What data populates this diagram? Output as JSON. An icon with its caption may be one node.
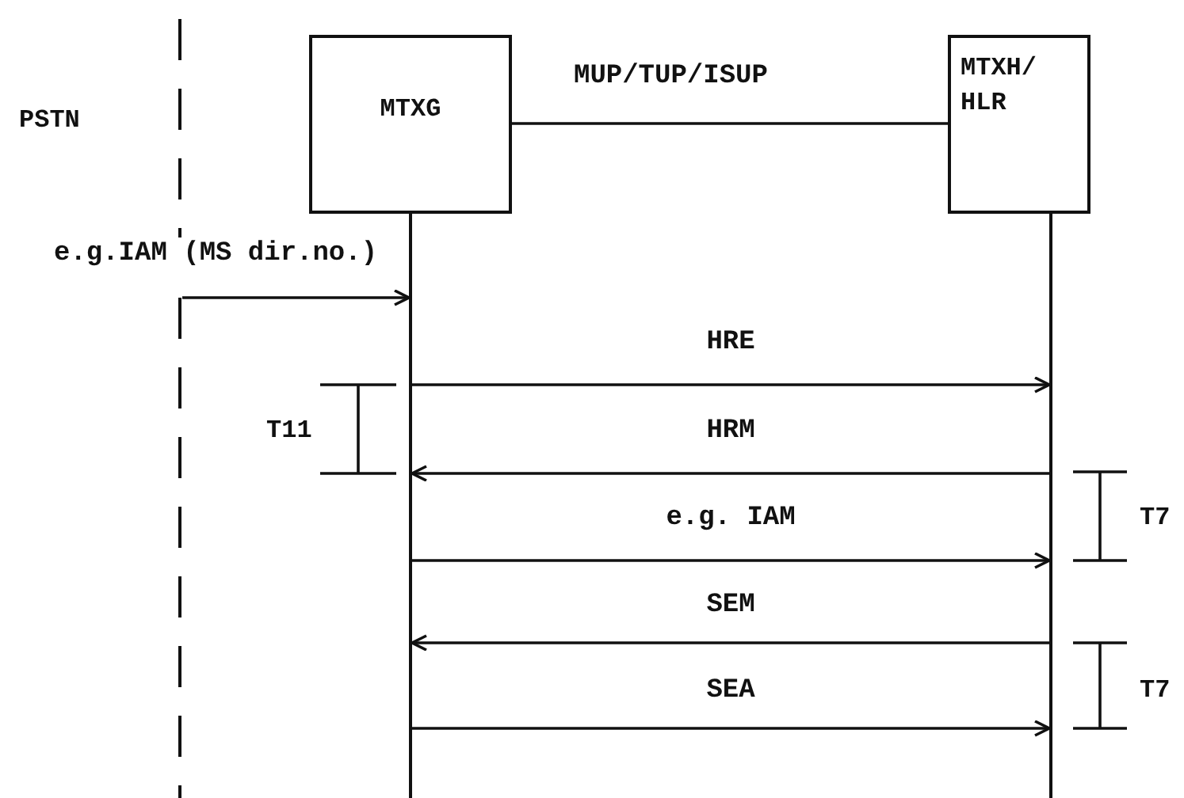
{
  "diagram": {
    "nodes": [
      {
        "text": [
          "MTXG"
        ]
      },
      {
        "text": [
          "MTXH/ HLR"
        ]
      },
      {
        "text": [],
        "shape": "bar"
      },
      {
        "text": [],
        "shape": "bar"
      },
      {
        "text": [],
        "shape": "bar"
      }
    ],
    "edges": [
      {
        "from": 0,
        "to": 1,
        "arrow": "none",
        "label": "MUP/TUP/ISUP"
      },
      {
        "from": 2,
        "to": 3,
        "arrow": "to",
        "label": "e.g.IAM (MS dir.no.)"
      },
      {
        "from": 3,
        "to": 4,
        "arrow": "to",
        "label": "HRE"
      },
      {
        "from": 4,
        "to": 3,
        "arrow": "to",
        "label": "HRM"
      },
      {
        "from": 3,
        "to": 4,
        "arrow": "to",
        "label": "e.g. IAM"
      },
      {
        "from": 4,
        "to": 3,
        "arrow": "to",
        "label": "SEM"
      },
      {
        "from": 3,
        "to": 4,
        "arrow": "to",
        "label": "SEA"
      }
    ],
    "labels": [
      "PSTN",
      "T11",
      "T7",
      "T7"
    ]
  }
}
